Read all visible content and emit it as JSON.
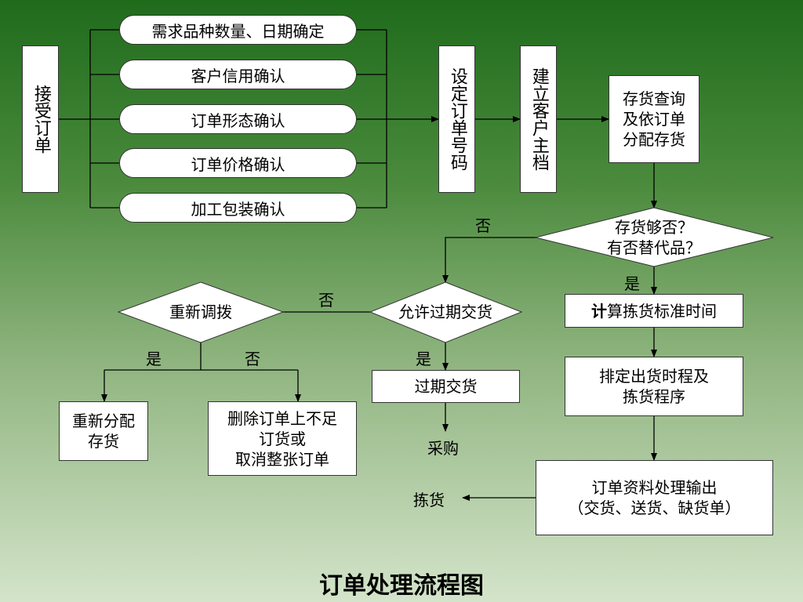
{
  "flowchart": {
    "start": "接受订单",
    "checks": [
      "需求品种数量、日期确定",
      "客户信用确认",
      "订单形态确认",
      "订单价格确认",
      "加工包装确认"
    ],
    "set_order_no": "设定订单号码",
    "create_customer": "建立客户主档",
    "inventory_query": "存货查询\n及依订单\n分配存货",
    "decision_stock": "存货够否？\n有否替代品？",
    "yes": "是",
    "no": "否",
    "calc_first_char": "计",
    "calc_rest": "算拣货标准时间",
    "schedule": "排定出货时程及\n拣货程序",
    "output": "订单资料处理输出\n（交货、送货、缺货单）",
    "picking": "拣货",
    "decision_overdue": "允许过期交货",
    "overdue_delivery": "过期交货",
    "purchase": "采购",
    "decision_realloc": "重新调拨",
    "reallocate": "重新分配\n存货",
    "delete_order": "删除订单上不足\n订货或\n取消整张订单"
  },
  "title": "订单处理流程图"
}
